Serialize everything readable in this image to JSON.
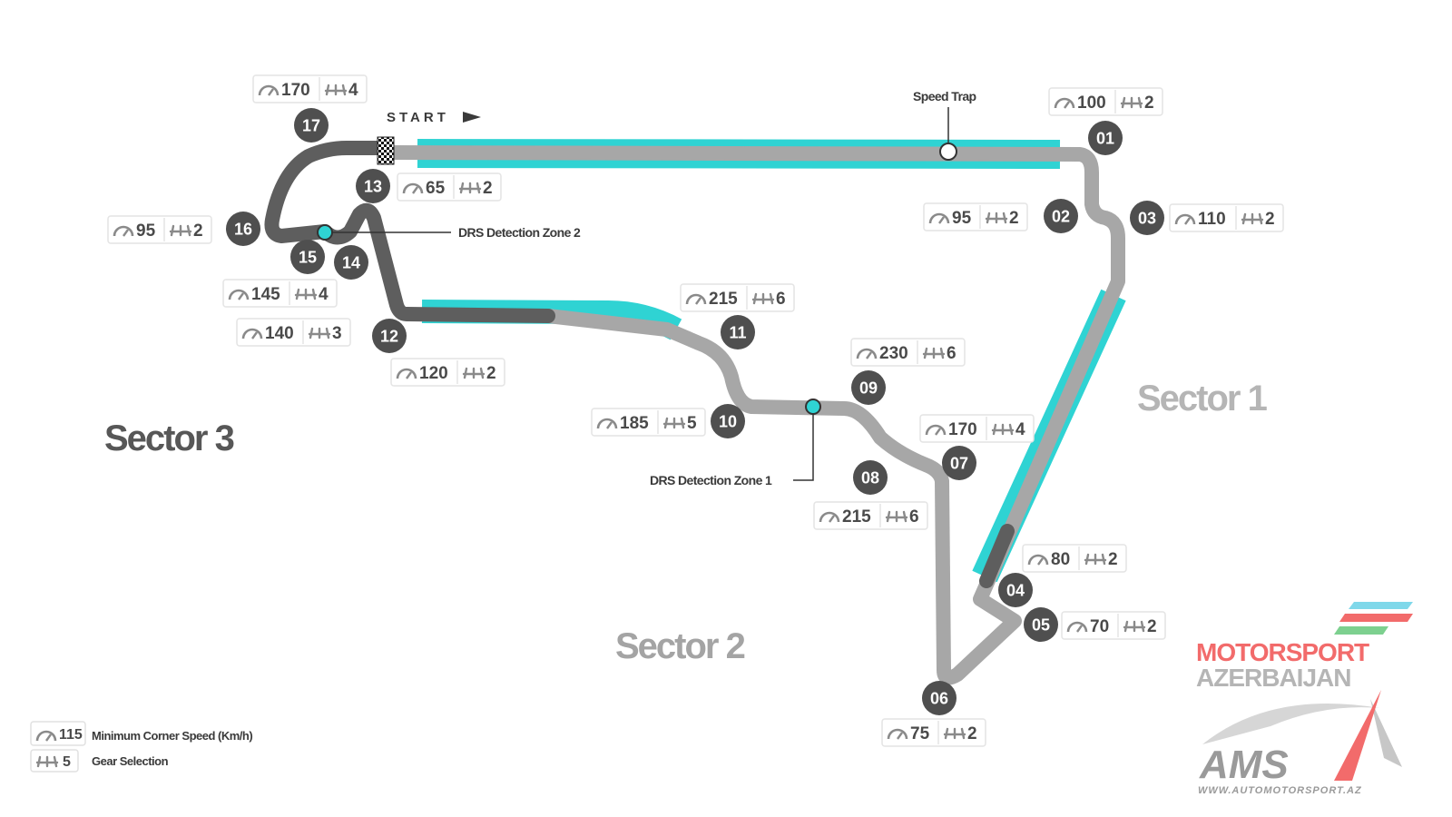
{
  "colors": {
    "dark": "#5e5e5e",
    "light": "#a7a7a7",
    "drs": "#2fd3d3",
    "marker_bg": "#4f4f4f"
  },
  "start_label": "START",
  "sectors": {
    "s1": "Sector 1",
    "s2": "Sector 2",
    "s3": "Sector 3"
  },
  "callouts": {
    "speed_trap": "Speed Trap",
    "drs_zone_1": "DRS Detection Zone 1",
    "drs_zone_2": "DRS Detection Zone 2"
  },
  "corners": [
    {
      "num": "01",
      "speed": "100",
      "gear": "2"
    },
    {
      "num": "02",
      "speed": "95",
      "gear": "2"
    },
    {
      "num": "03",
      "speed": "110",
      "gear": "2"
    },
    {
      "num": "04",
      "speed": "80",
      "gear": "2"
    },
    {
      "num": "05",
      "speed": "70",
      "gear": "2"
    },
    {
      "num": "06",
      "speed": "75",
      "gear": "2"
    },
    {
      "num": "07",
      "speed": "170",
      "gear": "4"
    },
    {
      "num": "08",
      "speed": "215",
      "gear": "6"
    },
    {
      "num": "09",
      "speed": "230",
      "gear": "6"
    },
    {
      "num": "10",
      "speed": "185",
      "gear": "5"
    },
    {
      "num": "11",
      "speed": "215",
      "gear": "6"
    },
    {
      "num": "12",
      "speed": "120",
      "gear": "2"
    },
    {
      "num": "13",
      "speed": "65",
      "gear": "2"
    },
    {
      "num": "14",
      "speed": "140",
      "gear": "3"
    },
    {
      "num": "15",
      "speed": "145",
      "gear": "4"
    },
    {
      "num": "16",
      "speed": "95",
      "gear": "2"
    },
    {
      "num": "17",
      "speed": "170",
      "gear": "4"
    }
  ],
  "legend": {
    "speed_value": "115",
    "speed_text": "Minimum Corner Speed (Km/h)",
    "gear_value": "5",
    "gear_text": "Gear Selection"
  },
  "brand": {
    "line1": "MOTORSPORT",
    "line2": "AZERBAIJAN",
    "abbr": "AMS",
    "url": "WWW.AUTOMOTORSPORT.AZ"
  }
}
